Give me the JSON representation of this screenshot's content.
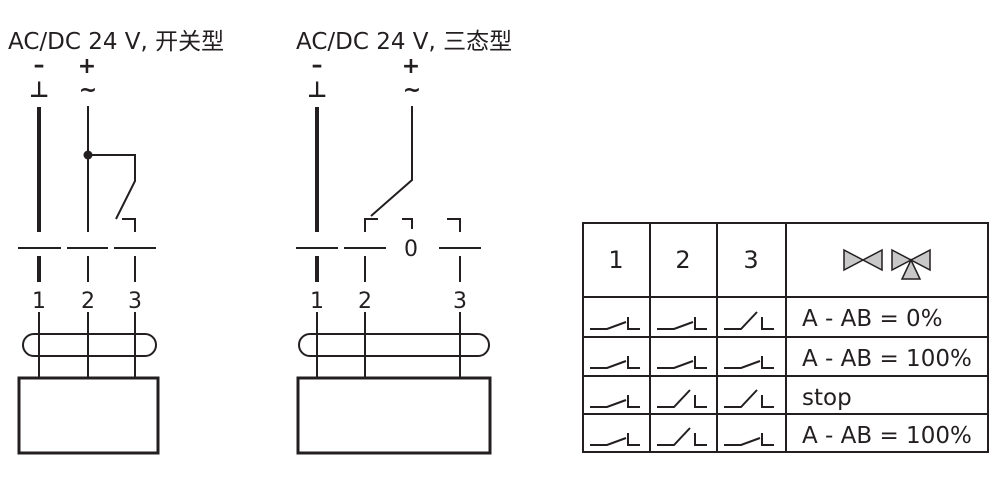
{
  "left_diagram": {
    "title": "AC/DC 24 V, 开关型",
    "supply_minus": "–",
    "supply_plus": "+",
    "ground_symbol": "⊥",
    "ac_symbol": "~",
    "terminals": [
      "1",
      "2",
      "3"
    ]
  },
  "right_diagram": {
    "title": "AC/DC 24 V, 三态型",
    "supply_minus": "–",
    "supply_plus": "+",
    "ground_symbol": "⊥",
    "ac_symbol": "~",
    "neutral_label": "0",
    "terminals": [
      "1",
      "2",
      "3"
    ]
  },
  "table": {
    "headers": [
      "1",
      "2",
      "3"
    ],
    "valve_icons": [
      "two-way-valve-icon",
      "three-way-valve-icon"
    ],
    "rows": [
      {
        "switches": [
          "open",
          "open",
          "closed"
        ],
        "result": "A - AB = 0%"
      },
      {
        "switches": [
          "open",
          "open",
          "open"
        ],
        "result": "A - AB = 100%"
      },
      {
        "switches": [
          "open",
          "closed",
          "closed"
        ],
        "result": "stop"
      },
      {
        "switches": [
          "open",
          "closed",
          "open"
        ],
        "result": "A - AB = 100%"
      }
    ]
  },
  "colors": {
    "line": "#231f20",
    "valve_fill": "#c8c8c8"
  }
}
